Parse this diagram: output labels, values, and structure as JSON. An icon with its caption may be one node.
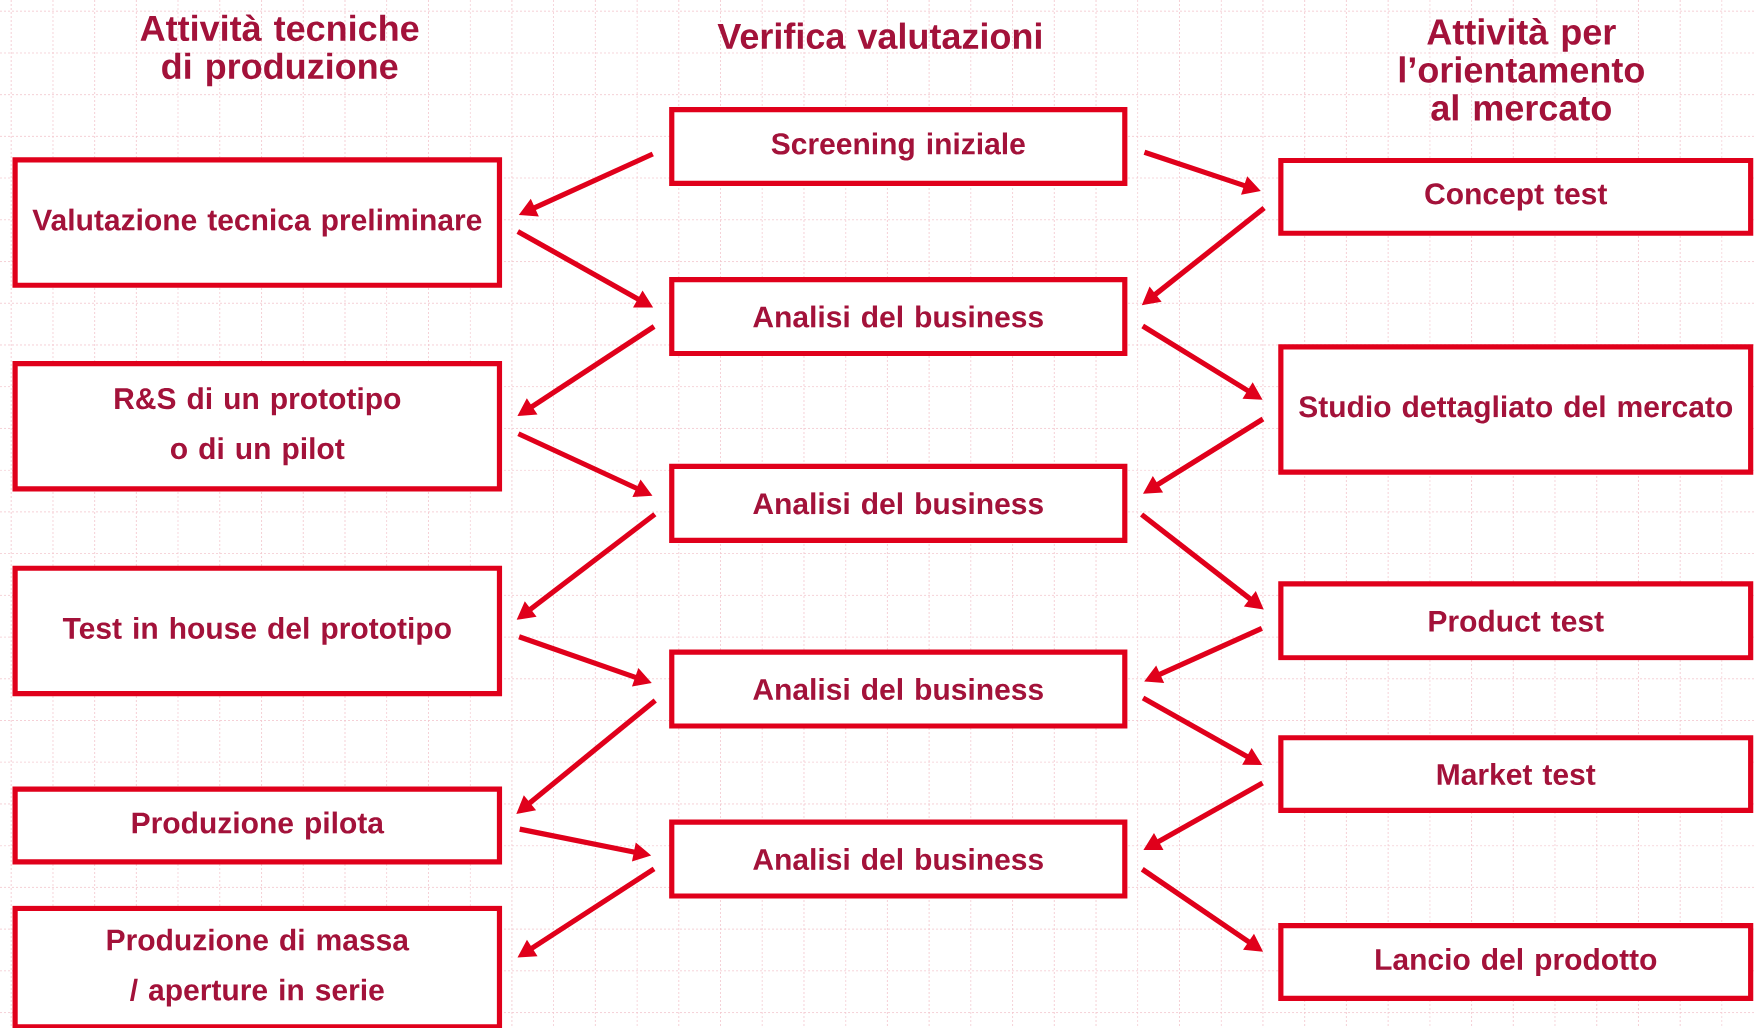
{
  "diagram": {
    "nodes": [
      {
        "text": [
          "Screening iniziale"
        ]
      },
      {
        "text": [
          "Valutazione tecnica preliminare"
        ]
      },
      {
        "text": [
          "Concept test"
        ]
      },
      {
        "text": [
          "Analisi del business"
        ]
      },
      {
        "text": [
          "R&S di un prototipo o di un pilot"
        ]
      },
      {
        "text": [
          "Studio dettagliato del mercato"
        ]
      },
      {
        "text": [
          "Analisi del business"
        ]
      },
      {
        "text": [
          "Test in house del prototipo"
        ]
      },
      {
        "text": [
          "Product test"
        ]
      },
      {
        "text": [
          "Analisi del business"
        ]
      },
      {
        "text": [
          "Produzione pilota"
        ]
      },
      {
        "text": [
          "Market test"
        ]
      },
      {
        "text": [
          "Analisi del business"
        ]
      },
      {
        "text": [
          "Produzione di massa / aperture in serie"
        ]
      },
      {
        "text": [
          "Lancio del prodotto"
        ]
      }
    ],
    "edges": [
      {
        "from": 0,
        "to": 1,
        "arrow": "to"
      },
      {
        "from": 0,
        "to": 2,
        "arrow": "to"
      },
      {
        "from": 1,
        "to": 3,
        "arrow": "to"
      },
      {
        "from": 2,
        "to": 3,
        "arrow": "to"
      },
      {
        "from": 3,
        "to": 4,
        "arrow": "to"
      },
      {
        "from": 3,
        "to": 5,
        "arrow": "to"
      },
      {
        "from": 4,
        "to": 6,
        "arrow": "to"
      },
      {
        "from": 5,
        "to": 6,
        "arrow": "to"
      },
      {
        "from": 6,
        "to": 7,
        "arrow": "to"
      },
      {
        "from": 6,
        "to": 8,
        "arrow": "to"
      },
      {
        "from": 7,
        "to": 9,
        "arrow": "to"
      },
      {
        "from": 8,
        "to": 9,
        "arrow": "to"
      },
      {
        "from": 9,
        "to": 10,
        "arrow": "to"
      },
      {
        "from": 9,
        "to": 11,
        "arrow": "to"
      },
      {
        "from": 10,
        "to": 12,
        "arrow": "to"
      },
      {
        "from": 11,
        "to": 12,
        "arrow": "to"
      },
      {
        "from": 12,
        "to": 13,
        "arrow": "to"
      },
      {
        "from": 12,
        "to": 14,
        "arrow": "to"
      }
    ],
    "labels": [
      "Attività tecniche di produzione",
      "Verifica valutazioni",
      "Attività per l’orientamento al mercato"
    ]
  }
}
